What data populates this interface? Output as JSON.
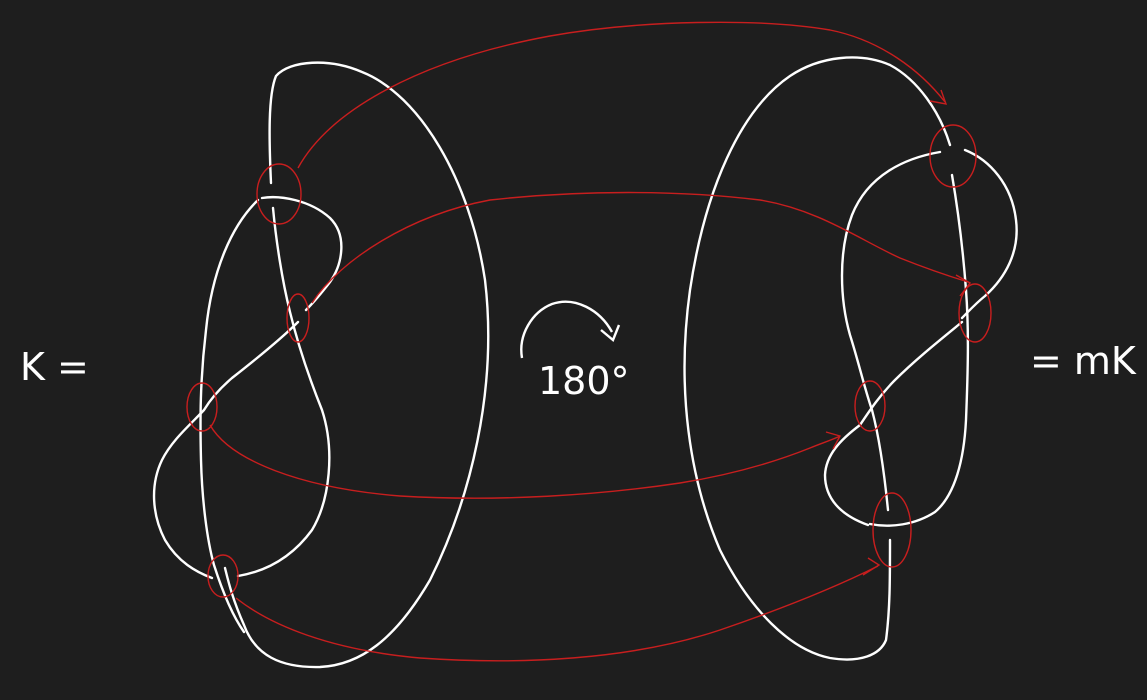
{
  "canvas": {
    "background": "#1e1e1e"
  },
  "colors": {
    "strand": "#ffffff",
    "annotation": "#c81e1e"
  },
  "labels": {
    "left_equation": "K =",
    "right_equation": "= mK",
    "rotation": "180°"
  },
  "icons": [
    "rotation-arrow-icon",
    "crossing-circle-icon",
    "arrowhead-icon"
  ],
  "crossings": {
    "left_count": 4,
    "right_count": 4,
    "mapping_arrows": 4
  }
}
